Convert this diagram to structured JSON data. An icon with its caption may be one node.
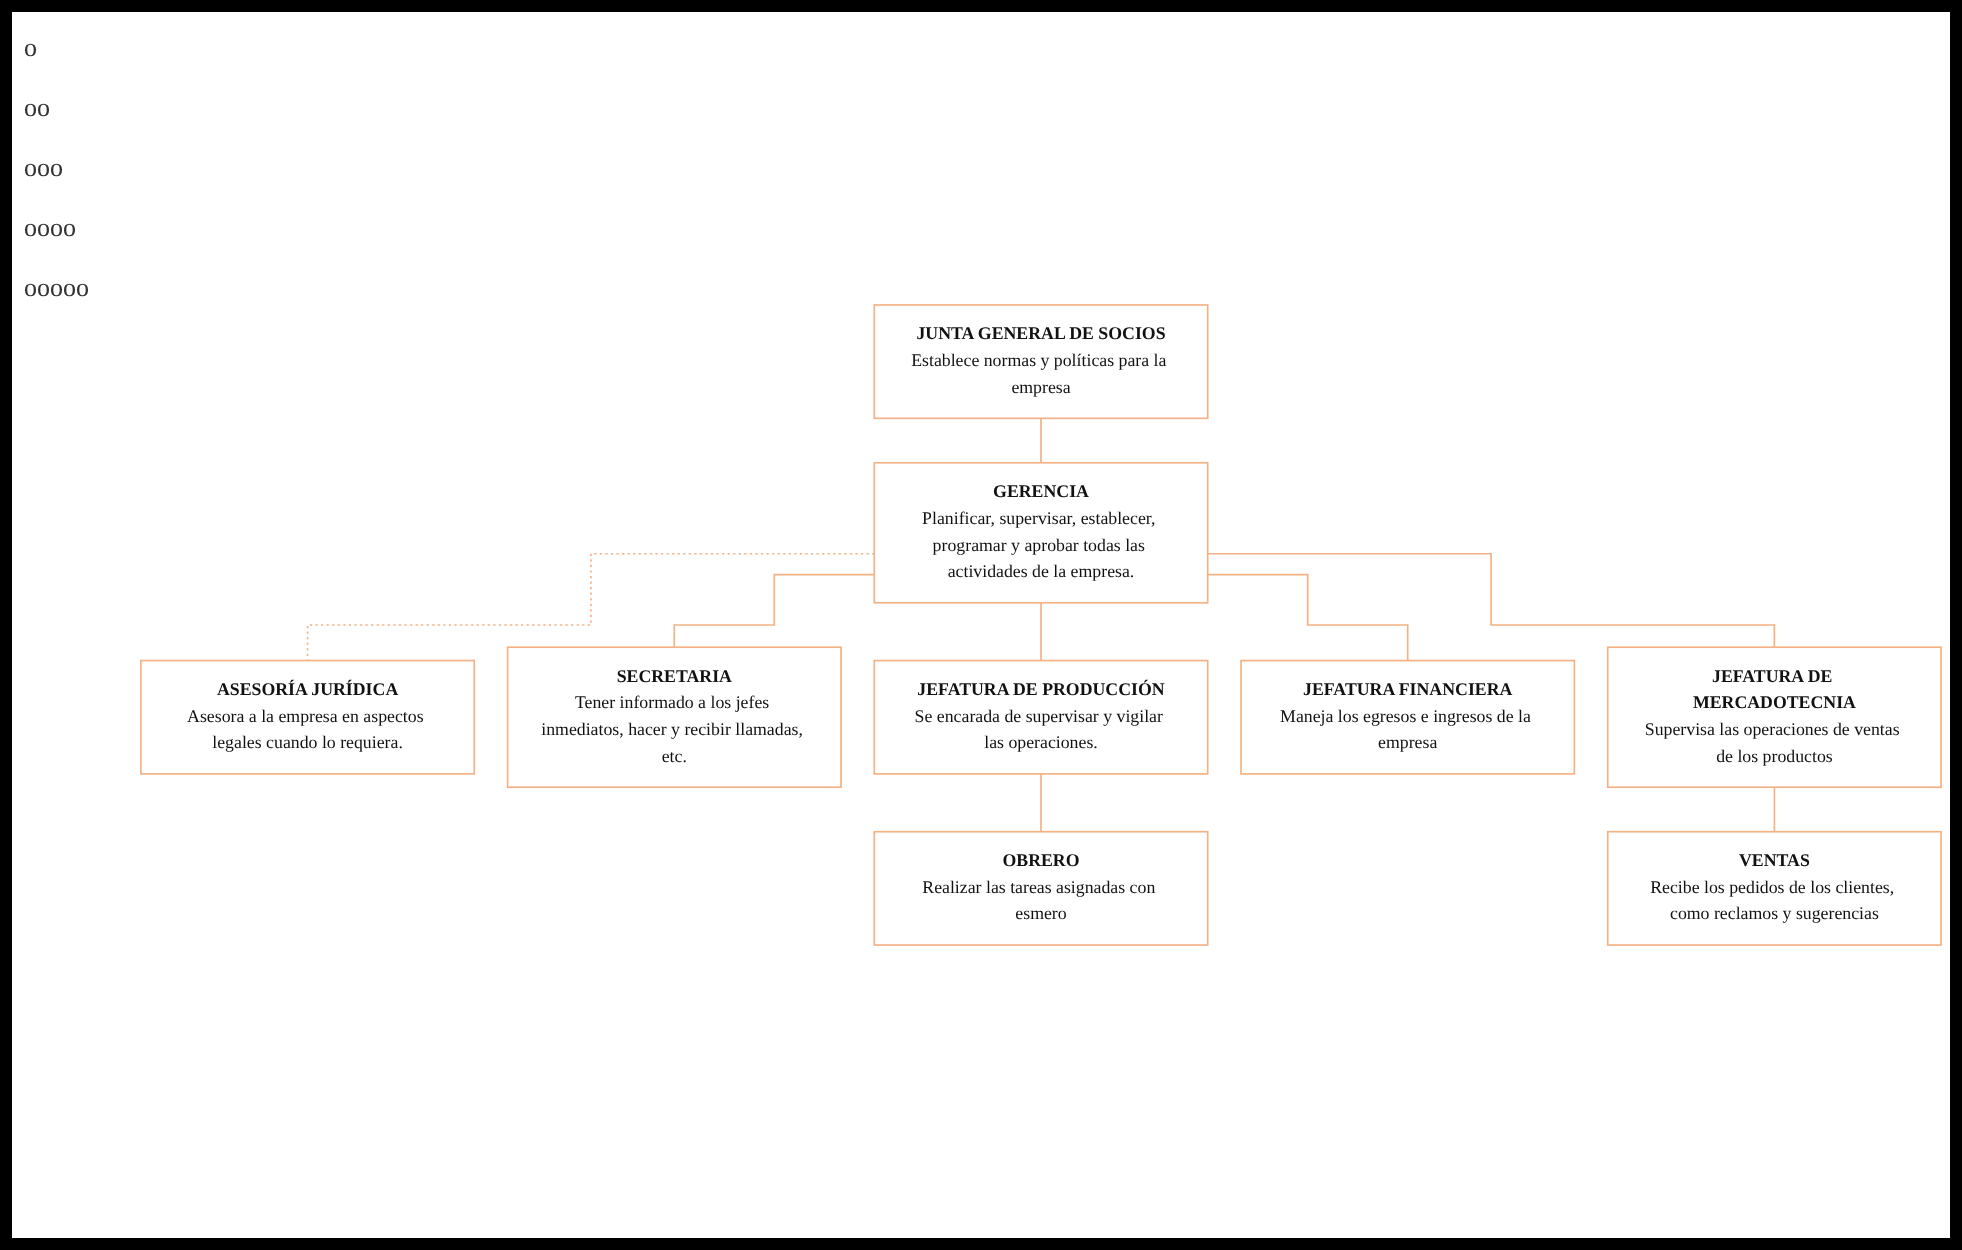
{
  "diagram": {
    "nodes": [
      {
        "text": [
          "JUNTA GENERAL DE SOCIOS",
          "Establece normas y políticas para la empresa"
        ]
      },
      {
        "text": [
          "GERENCIA",
          "Planificar, supervisar, establecer, programar y aprobar todas las actividades de la empresa."
        ]
      },
      {
        "text": [
          "ASESORÍA JURÍDICA",
          "Asesora a la empresa en aspectos legales cuando lo requiera."
        ]
      },
      {
        "text": [
          "SECRETARIA",
          "Tener informado a los jefes inmediatos, hacer y recibir llamadas, etc."
        ]
      },
      {
        "text": [
          "JEFATURA DE PRODUCCIÓN",
          "Se encarada de supervisar y vigilar las operaciones."
        ]
      },
      {
        "text": [
          "JEFATURA FINANCIERA",
          "Maneja los egresos e ingresos de la empresa"
        ]
      },
      {
        "text": [
          "JEFATURA DE MERCADOTECNIA",
          "Supervisa las operaciones de ventas de los productos"
        ]
      },
      {
        "text": [
          "OBRERO",
          "Realizar las tareas asignadas con esmero"
        ]
      },
      {
        "text": [
          "VENTAS",
          "Recibe los pedidos de los clientes, como reclamos y sugerencias"
        ]
      }
    ],
    "edges": [
      {
        "from": 0,
        "to": 1,
        "arrow": "none"
      },
      {
        "from": 1,
        "to": 2,
        "arrow": "none",
        "style": "dashed"
      },
      {
        "from": 1,
        "to": 3,
        "arrow": "none"
      },
      {
        "from": 1,
        "to": 4,
        "arrow": "none"
      },
      {
        "from": 1,
        "to": 5,
        "arrow": "none"
      },
      {
        "from": 1,
        "to": 6,
        "arrow": "none"
      },
      {
        "from": 4,
        "to": 7,
        "arrow": "none"
      },
      {
        "from": 6,
        "to": 8,
        "arrow": "none"
      }
    ],
    "labels": [
      "o",
      "oo",
      "ooo",
      "oooo",
      "ooooo"
    ]
  }
}
